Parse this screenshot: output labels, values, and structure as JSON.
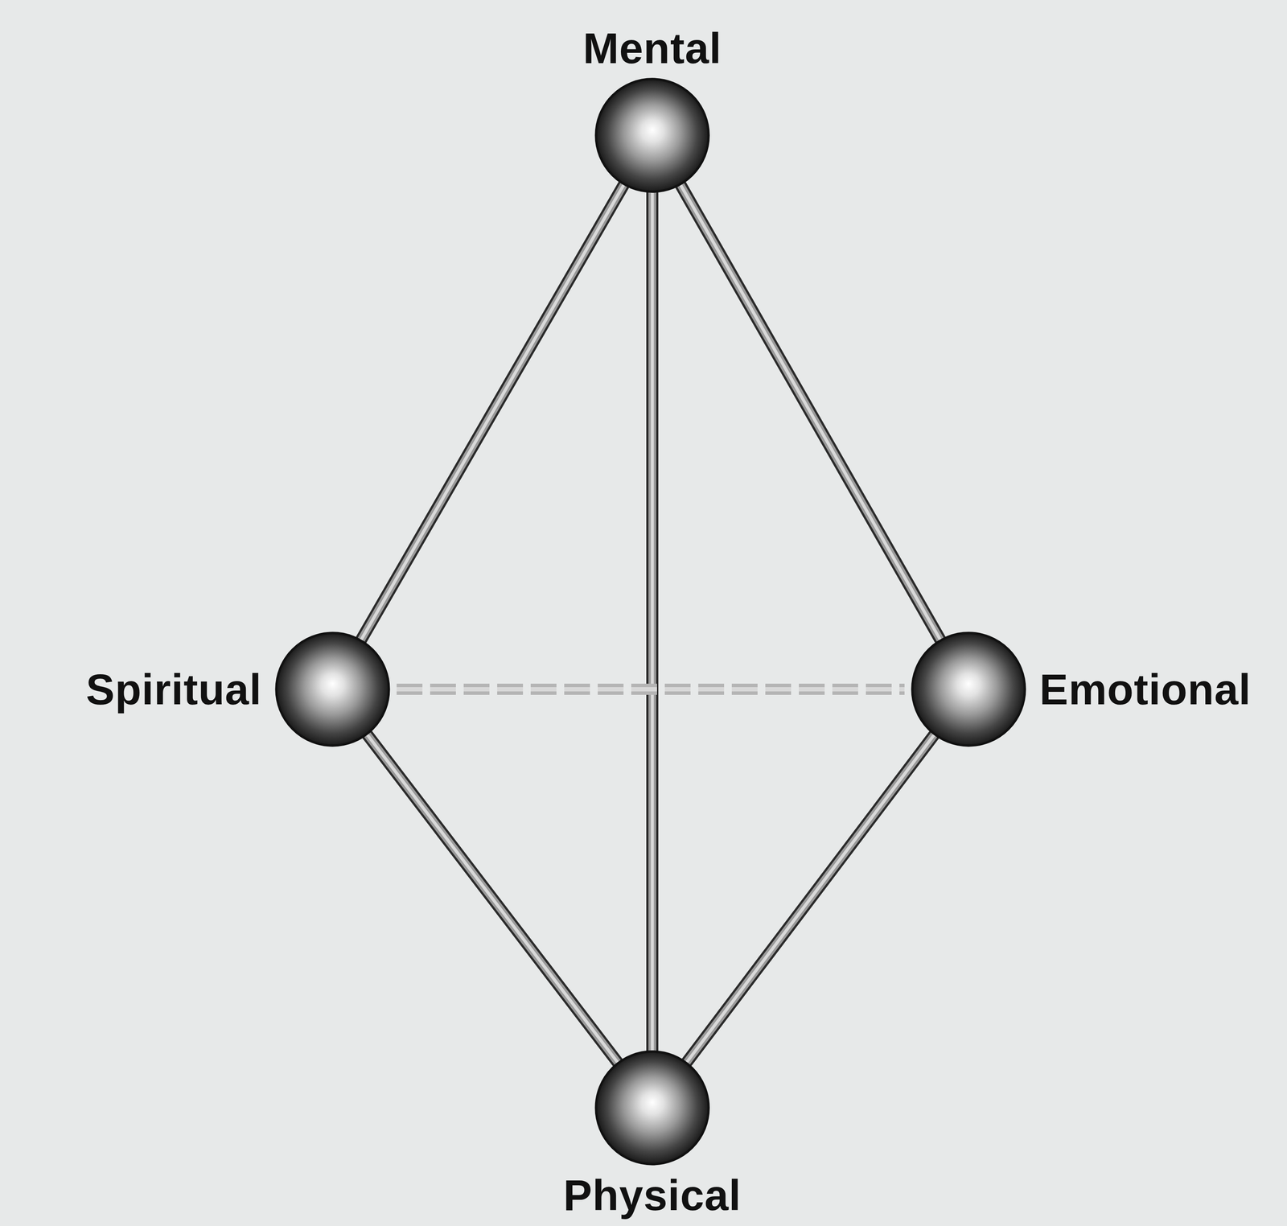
{
  "diagram": {
    "nodes": [
      {
        "text": [
          "Mental"
        ]
      },
      {
        "text": [
          "Spiritual"
        ]
      },
      {
        "text": [
          "Emotional"
        ]
      },
      {
        "text": [
          "Physical"
        ]
      }
    ],
    "edges": [
      {
        "from": 0,
        "to": 1,
        "arrow": "none"
      },
      {
        "from": 0,
        "to": 2,
        "arrow": "none"
      },
      {
        "from": 0,
        "to": 3,
        "arrow": "none"
      },
      {
        "from": 1,
        "to": 3,
        "arrow": "none"
      },
      {
        "from": 2,
        "to": 3,
        "arrow": "none"
      },
      {
        "from": 1,
        "to": 2,
        "arrow": "none"
      }
    ]
  }
}
